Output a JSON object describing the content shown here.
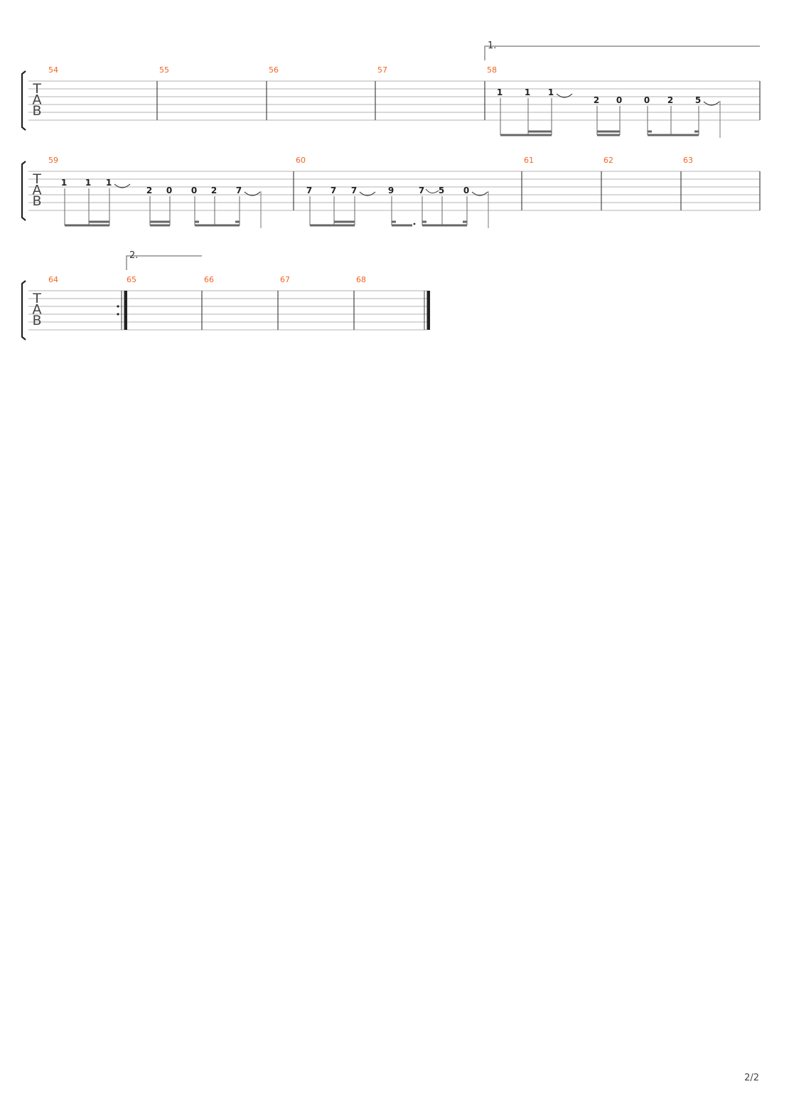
{
  "colors": {
    "measure_number": "#f26522",
    "staff_line": "#9a9a9a",
    "barline": "#444444",
    "text": "#222222"
  },
  "page_number": "2/2",
  "clef_letters": [
    "T",
    "A",
    "B"
  ],
  "voltas": [
    {
      "label": "1.",
      "start_measure": "58"
    },
    {
      "label": "2.",
      "start_measure": "65"
    }
  ],
  "systems": [
    {
      "measures": [
        {
          "number": "54",
          "notes": []
        },
        {
          "number": "55",
          "notes": []
        },
        {
          "number": "56",
          "notes": []
        },
        {
          "number": "57",
          "notes": []
        },
        {
          "number": "58",
          "notes": [
            {
              "fret": "1",
              "string": 2
            },
            {
              "fret": "1",
              "string": 2
            },
            {
              "fret": "1",
              "string": 2,
              "tie": true
            },
            {
              "fret": "2",
              "string": 3
            },
            {
              "fret": "0",
              "string": 3
            },
            {
              "fret": "0",
              "string": 3
            },
            {
              "fret": "2",
              "string": 3
            },
            {
              "fret": "5",
              "string": 3,
              "tie": true
            }
          ]
        }
      ]
    },
    {
      "measures": [
        {
          "number": "59",
          "notes": [
            {
              "fret": "1",
              "string": 2
            },
            {
              "fret": "1",
              "string": 2
            },
            {
              "fret": "1",
              "string": 2,
              "tie": true
            },
            {
              "fret": "2",
              "string": 3
            },
            {
              "fret": "0",
              "string": 3
            },
            {
              "fret": "0",
              "string": 3
            },
            {
              "fret": "2",
              "string": 3
            },
            {
              "fret": "7",
              "string": 3,
              "tie": true
            }
          ]
        },
        {
          "number": "60",
          "notes": [
            {
              "fret": "7",
              "string": 3
            },
            {
              "fret": "7",
              "string": 3
            },
            {
              "fret": "7",
              "string": 3,
              "tie": true
            },
            {
              "fret": "9",
              "string": 3
            },
            {
              "fret": "7",
              "string": 3,
              "slide": true
            },
            {
              "fret": "5",
              "string": 3
            },
            {
              "fret": "0",
              "string": 3,
              "tie": true
            }
          ]
        },
        {
          "number": "61",
          "notes": []
        },
        {
          "number": "62",
          "notes": []
        },
        {
          "number": "63",
          "notes": []
        }
      ]
    },
    {
      "measures": [
        {
          "number": "64",
          "notes": []
        },
        {
          "number": "65",
          "notes": []
        },
        {
          "number": "66",
          "notes": []
        },
        {
          "number": "67",
          "notes": []
        },
        {
          "number": "68",
          "notes": []
        }
      ]
    }
  ]
}
